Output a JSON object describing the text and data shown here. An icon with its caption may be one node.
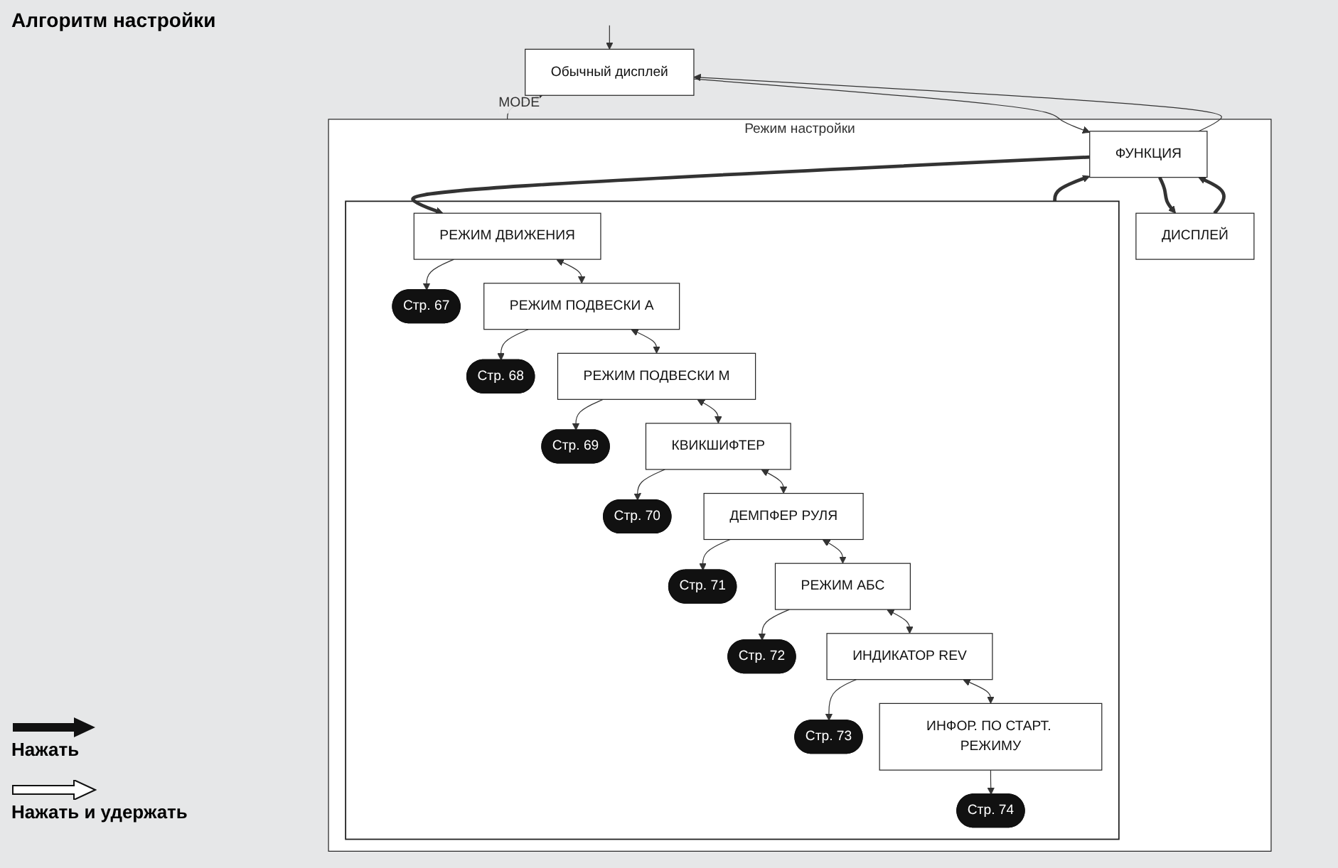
{
  "diagram": {
    "title": "Алгоритм настройки",
    "nodes": [
      {
        "text": [
          "Обычный дисплей"
        ]
      },
      {
        "text": [
          "Режим настройки"
        ]
      },
      {
        "text": [
          "ФУНКЦИЯ"
        ],
        "in": 1
      },
      {
        "text": [],
        "shape": "box",
        "in": 1
      },
      {
        "text": [
          "РЕЖИМ ДВИЖЕНИЯ"
        ],
        "in": 3
      },
      {
        "text": [
          "Стр. 67"
        ],
        "in": 3
      },
      {
        "text": [
          "РЕЖИМ ПОДВЕСКИ А"
        ],
        "in": 3
      },
      {
        "text": [
          "Стр. 68"
        ],
        "in": 3
      },
      {
        "text": [
          "РЕЖИМ ПОДВЕСКИ М"
        ],
        "in": 3
      },
      {
        "text": [
          "Стр. 69"
        ],
        "in": 3
      },
      {
        "text": [
          "КВИКШИФТЕР"
        ],
        "in": 3
      },
      {
        "text": [
          "Стр. 70"
        ],
        "in": 3
      },
      {
        "text": [
          "ДЕМПФЕР РУЛЯ"
        ],
        "in": 3
      },
      {
        "text": [
          "Стр. 71"
        ],
        "in": 3
      },
      {
        "text": [
          "РЕЖИМ АБС"
        ],
        "in": 3
      },
      {
        "text": [
          "Стр. 72"
        ],
        "in": 3
      },
      {
        "text": [
          "ИНДИКАТОР REV"
        ],
        "in": 3
      },
      {
        "text": [
          "Стр. 73"
        ],
        "in": 3
      },
      {
        "text": [
          "ИНФОР. ПО СТАРТ. РЕЖИМУ"
        ],
        "in": 3
      },
      {
        "text": [
          "Стр. 74"
        ],
        "in": 3
      },
      {
        "text": [
          "ДИСПЛЕЙ"
        ],
        "in": 1
      }
    ],
    "edges": [
      {
        "from": 0,
        "to": 2,
        "arrow": "to"
      },
      {
        "from": 1,
        "to": 0,
        "arrow": "to",
        "label": "MODE"
      },
      {
        "from": 2,
        "to": 4,
        "arrow": "to",
        "style": "thick"
      },
      {
        "from": 3,
        "to": 2,
        "arrow": "to",
        "style": "thick"
      },
      {
        "from": 2,
        "to": 0,
        "arrow": "to"
      },
      {
        "from": null,
        "to": 0,
        "arrow": "to"
      },
      {
        "from": 2,
        "to": 20,
        "arrow": "to",
        "style": "thick"
      },
      {
        "from": 20,
        "to": 2,
        "arrow": "to",
        "style": "thick"
      },
      {
        "from": 4,
        "to": 6,
        "arrow": "both"
      },
      {
        "from": 6,
        "to": 8,
        "arrow": "both"
      },
      {
        "from": 8,
        "to": 10,
        "arrow": "both"
      },
      {
        "from": 10,
        "to": 12,
        "arrow": "both"
      },
      {
        "from": 12,
        "to": 14,
        "arrow": "both"
      },
      {
        "from": 14,
        "to": 16,
        "arrow": "both"
      },
      {
        "from": 16,
        "to": 18,
        "arrow": "both"
      },
      {
        "from": 4,
        "to": 5,
        "arrow": "to"
      },
      {
        "from": 6,
        "to": 7,
        "arrow": "to"
      },
      {
        "from": 8,
        "to": 9,
        "arrow": "to"
      },
      {
        "from": 10,
        "to": 11,
        "arrow": "to"
      },
      {
        "from": 12,
        "to": 13,
        "arrow": "to"
      },
      {
        "from": 14,
        "to": 15,
        "arrow": "to"
      },
      {
        "from": 16,
        "to": 17,
        "arrow": "to"
      },
      {
        "from": 18,
        "to": 19,
        "arrow": "to"
      }
    ],
    "legend": [
      {
        "text": "Нажать"
      },
      {
        "text": "Нажать и удержать"
      }
    ]
  }
}
